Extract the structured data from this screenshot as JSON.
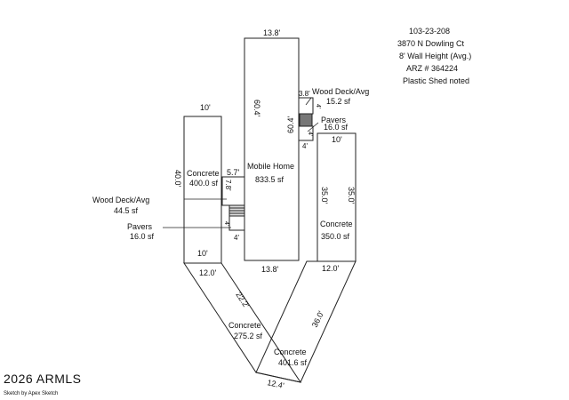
{
  "info": {
    "parcel": "103-23-208",
    "address": "3870 N Dowling Ct",
    "wall_height": "8' Wall Height (Avg.)",
    "arz": "ARZ # 364224",
    "shed_note": "Plastic Shed noted"
  },
  "mobile_home": {
    "name": "Mobile Home",
    "area": "833.5 sf",
    "width_top": "13.8'",
    "width_bottom": "13.8'",
    "length_left": "60.4'",
    "length_right": "60.4'"
  },
  "wood_deck_top": {
    "label": "Wood Deck/Avg",
    "area": "15.2 sf",
    "width": "3.8'",
    "depth": "4'"
  },
  "pavers_top": {
    "label": "Pavers",
    "area": "16.0 sf",
    "depth": "4'",
    "width": "4'"
  },
  "concrete_left": {
    "label": "Concrete",
    "area": "400.0 sf",
    "width_top": "10'",
    "width_bottom": "10'",
    "length": "40.0'"
  },
  "wood_deck_left": {
    "label": "Wood Deck/Avg",
    "area": "44.5 sf",
    "width": "5.7'",
    "depth": "7.8'"
  },
  "pavers_left": {
    "label": "Pavers",
    "area": "16.0 sf",
    "depth": "4'",
    "width": "4'"
  },
  "concrete_right": {
    "label": "Concrete",
    "area": "350.0 sf",
    "width_top": "10'",
    "length_left": "35.0'",
    "length_right": "35.0'",
    "width_bottom": "12.0'"
  },
  "concrete_diag_left": {
    "label": "Concrete",
    "area": "275.2 sf",
    "width_top": "12.0'",
    "length": "22.2'"
  },
  "concrete_diag_right": {
    "label": "Concrete",
    "area": "401.6 sf",
    "length": "36.0'",
    "width_bottom": "12.4'"
  },
  "footer": {
    "copyright": "2026 ARMLS",
    "sketch_by": "Sketch by Apex Sketch"
  }
}
